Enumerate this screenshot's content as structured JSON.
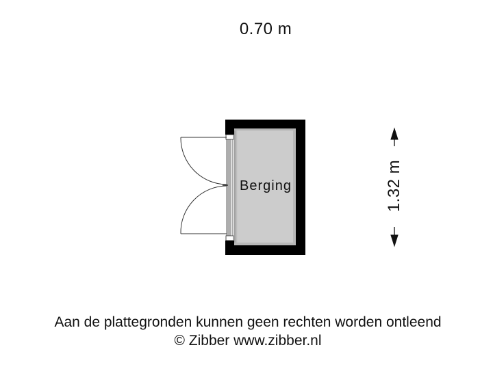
{
  "floorplan": {
    "width_dimension": "0.70 m",
    "height_dimension": "1.32 m",
    "rooms": [
      {
        "name": "Berging",
        "fill": "#cccccc"
      }
    ],
    "wall_color": "#000000",
    "door": {
      "type": "double-swing",
      "side": "left"
    }
  },
  "footer": {
    "disclaimer": "Aan de plattegronden kunnen geen rechten worden ontleend",
    "copyright": "© Zibber www.zibber.nl"
  }
}
